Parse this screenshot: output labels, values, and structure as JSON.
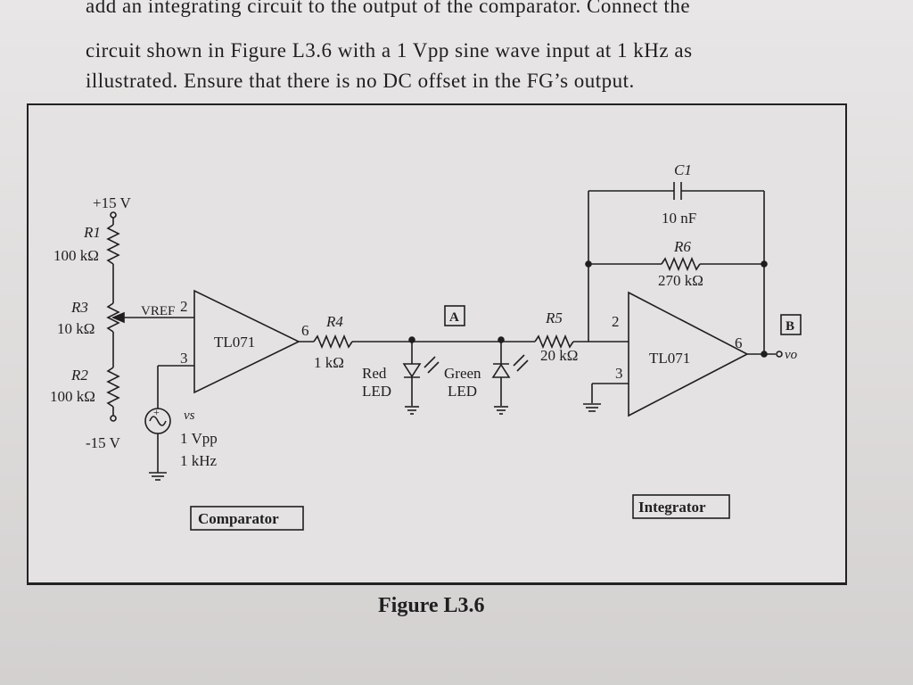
{
  "text": {
    "line1": "add an integrating circuit to the output of the comparator. Connect the",
    "line2": "circuit shown in Figure L3.6 with a 1 Vpp sine wave input at 1 kHz as",
    "line3": "illustrated. Ensure that there is no DC offset in the FG’s output."
  },
  "labels": {
    "plus15": "+15 V",
    "minus15": "-15 V",
    "r1": "R1",
    "r1v": "100 kΩ",
    "r3": "R3",
    "r3v": "10 kΩ",
    "r2": "R2",
    "r2v": "100 kΩ",
    "vref": "VREF",
    "pin2a": "2",
    "pin3a": "3",
    "pin6a": "6",
    "op1": "TL071",
    "vs": "vs",
    "vpp": "1 Vpp",
    "khz": "1 kHz",
    "r4": "R4",
    "r4v": "1 kΩ",
    "boxA": "A",
    "red": "Red",
    "led1": "LED",
    "green": "Green",
    "led2": "LED",
    "r5": "R5",
    "r5v": "20 kΩ",
    "c1": "C1",
    "c1v": "10 nF",
    "r6": "R6",
    "r6v": "270 kΩ",
    "pin2b": "2",
    "pin3b": "3",
    "pin6b": "6",
    "op2": "TL071",
    "boxB": "B",
    "vo": "vo",
    "comparator": "Comparator",
    "integrator": "Integrator"
  },
  "caption": "Figure L3.6"
}
